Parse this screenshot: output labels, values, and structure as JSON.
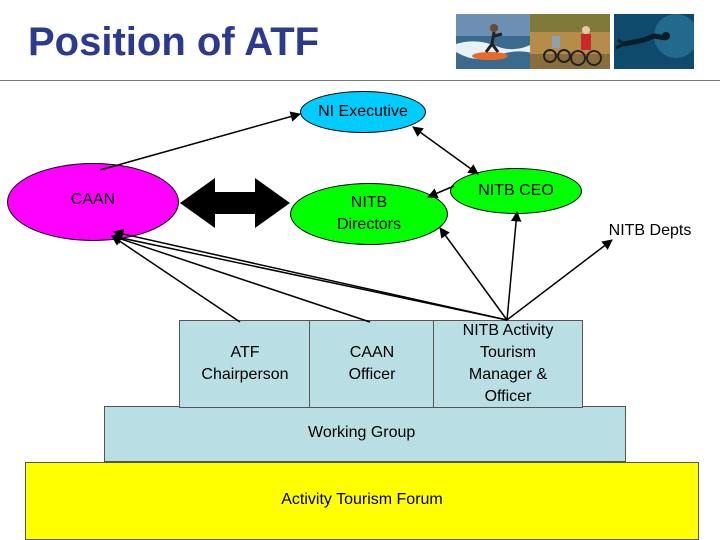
{
  "title": "Position of ATF",
  "photos": [
    "surfing-photo",
    "cycling-photo",
    "diving-photo"
  ],
  "nodes": {
    "ni_executive": "NI Executive",
    "caan": "CAAN",
    "nitb_directors": "NITB\nDirectors",
    "nitb_ceo": "NITB CEO",
    "nitb_depts": "NITB Depts",
    "atf_chairperson": "ATF\nChairperson",
    "caan_officer": "CAAN\nOfficer",
    "nitb_activity": "NITB Activity\nTourism\nManager &\nOfficer",
    "working_group": "Working Group",
    "forum": "Activity Tourism Forum"
  },
  "colors": {
    "title": "#2b3a8f",
    "ni_executive": "#00ccff",
    "caan": "#ff00ff",
    "nitb": "#00ff00",
    "boxes": "#b9dfe5",
    "forum": "#ffff00"
  }
}
